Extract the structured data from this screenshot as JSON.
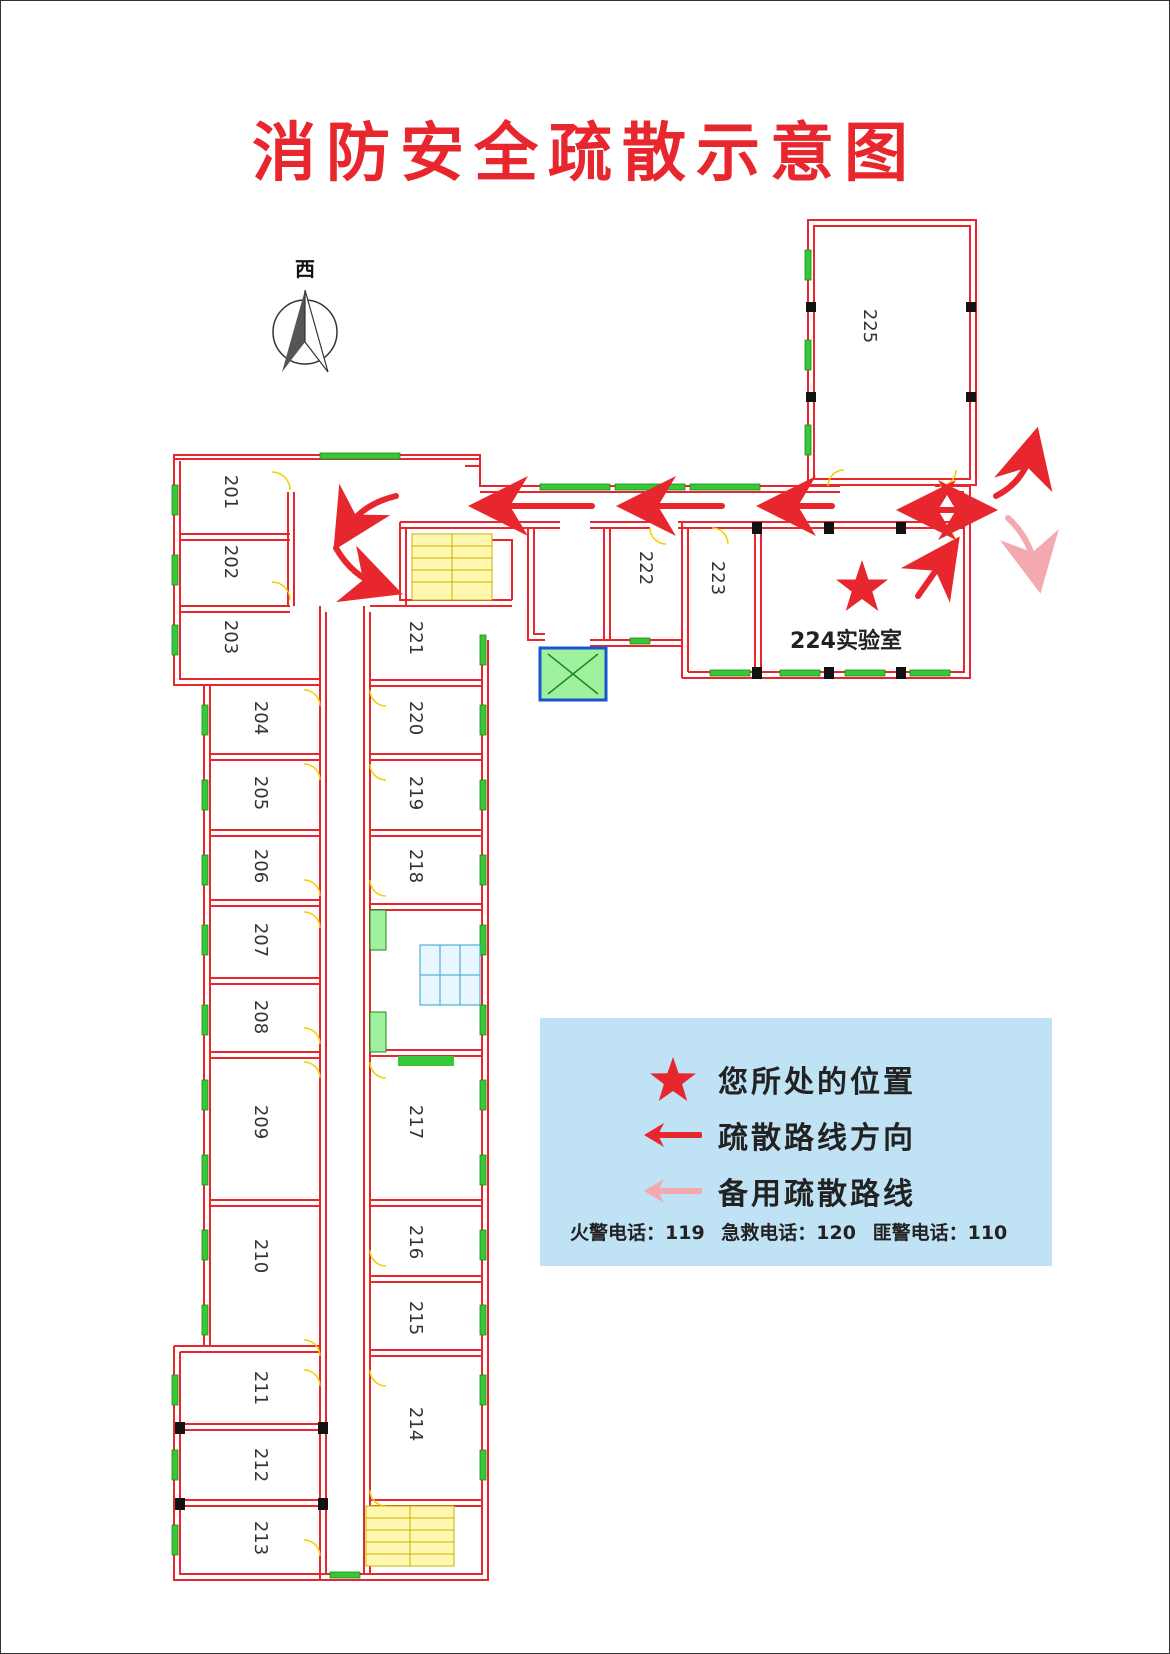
{
  "title": "消防安全疏散示意图",
  "compass": {
    "label": "西",
    "icon": "north-arrow-icon"
  },
  "colors": {
    "wall": "#e8262d",
    "window": "#37c837",
    "door": "#f0d000",
    "arrow": "#e8262d",
    "backup_arrow": "#f4a9b0",
    "legend_bg": "#bfe2f5"
  },
  "rooms": [
    "201",
    "202",
    "203",
    "204",
    "205",
    "206",
    "207",
    "208",
    "209",
    "210",
    "211",
    "212",
    "213",
    "214",
    "215",
    "216",
    "217",
    "218",
    "219",
    "220",
    "221",
    "222",
    "223",
    "225"
  ],
  "current_room": "224实验室",
  "legend": {
    "position_label": "您所处的位置",
    "route_label": "疏散路线方向",
    "backup_label": "备用疏散路线"
  },
  "phones": {
    "fire": "火警电话：119",
    "ambulance": "急救电话：120",
    "police": "匪警电话：110"
  }
}
